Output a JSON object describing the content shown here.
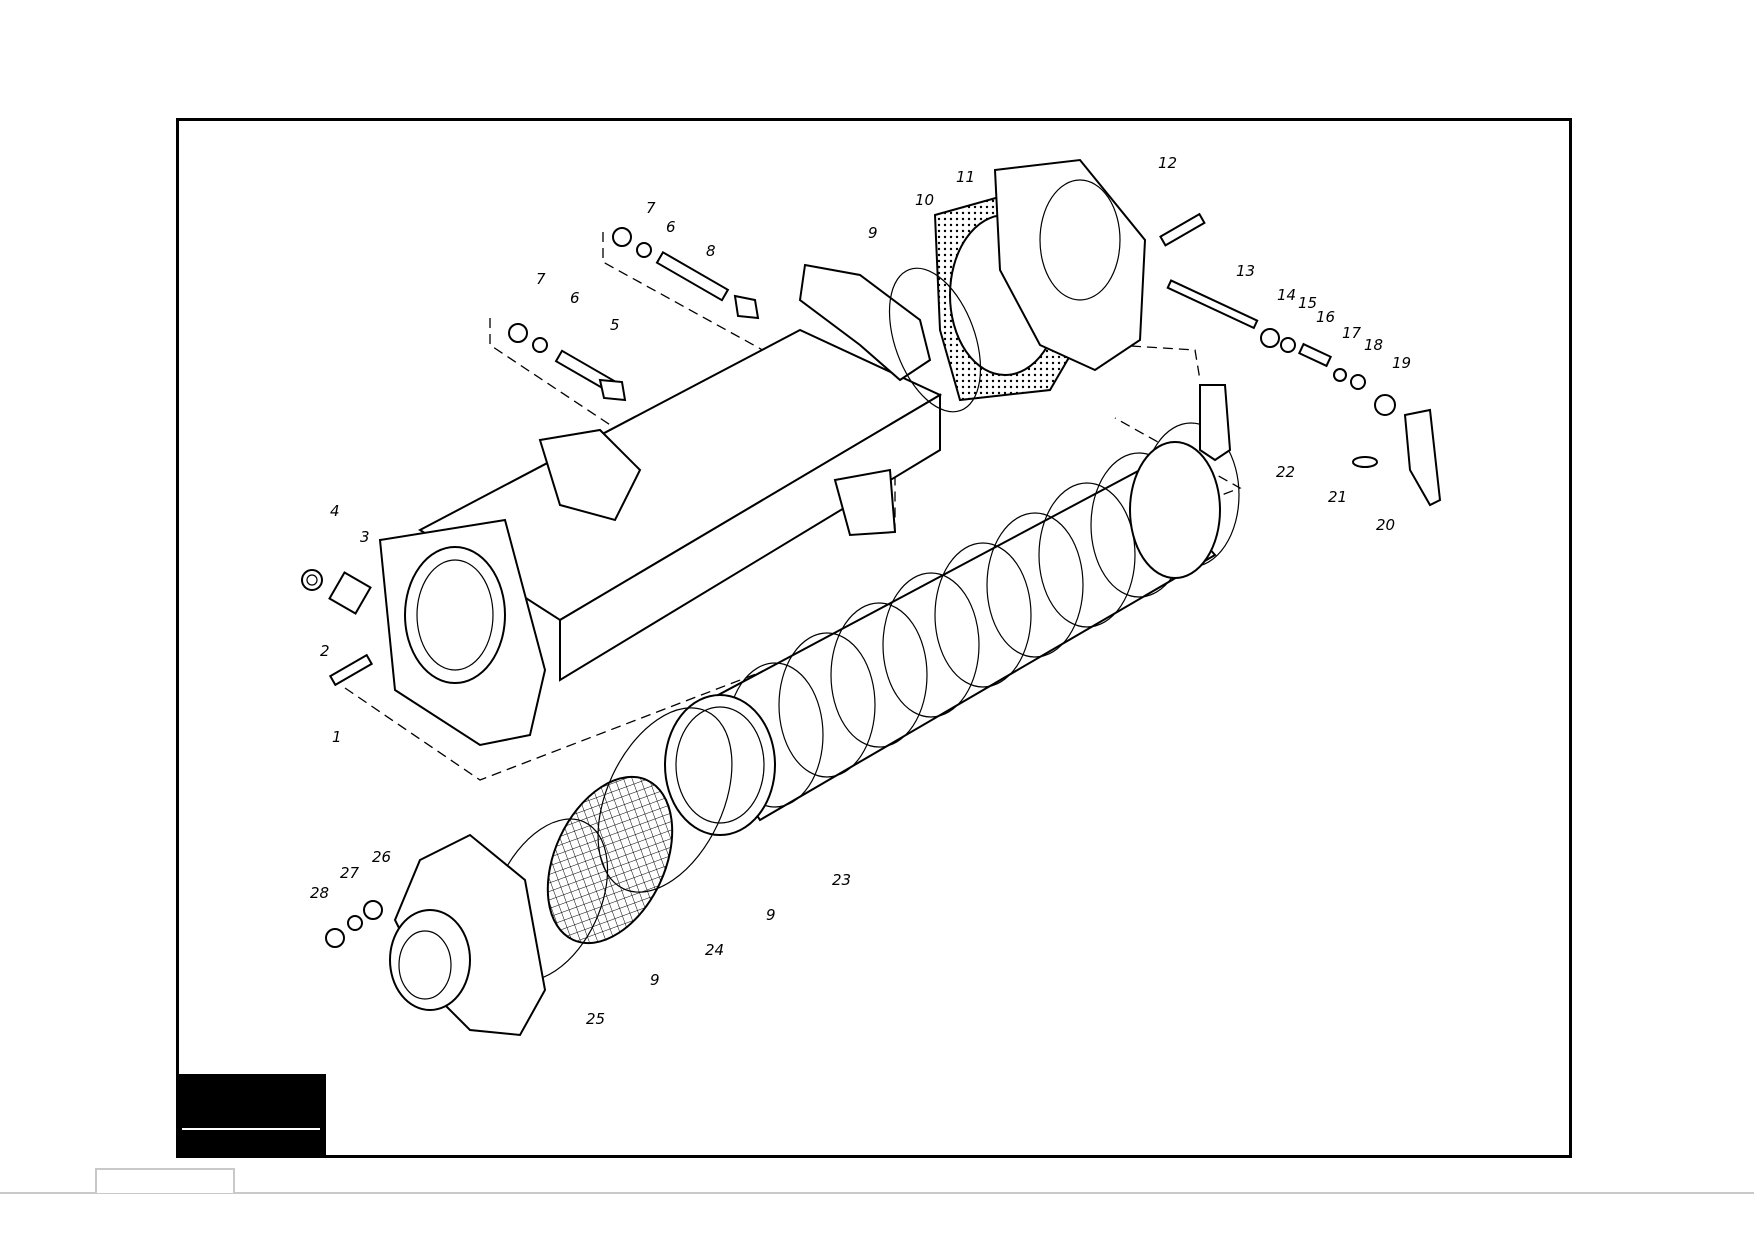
{
  "callouts": [
    "1",
    "2",
    "3",
    "4",
    "5",
    "6",
    "7",
    "6",
    "7",
    "8",
    "9",
    "10",
    "11",
    "12",
    "13",
    "14",
    "15",
    "16",
    "17",
    "18",
    "19",
    "20",
    "21",
    "22",
    "23",
    "9",
    "24",
    "9",
    "25",
    "26",
    "27",
    "28"
  ]
}
